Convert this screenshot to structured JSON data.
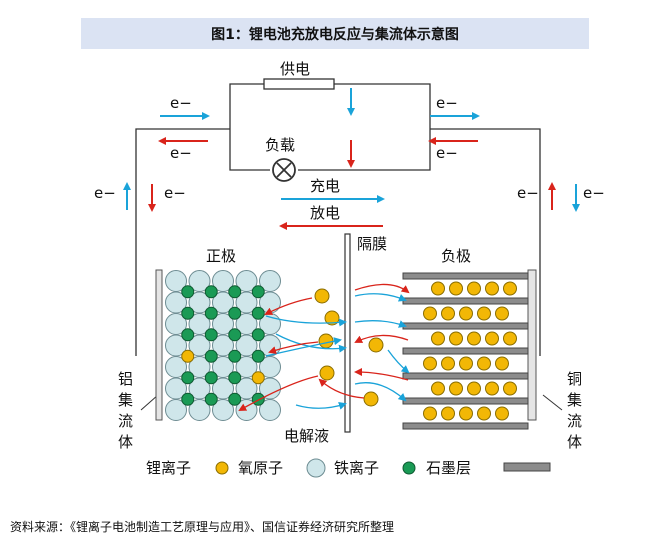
{
  "title": "图1：锂电池充放电反应与集流体示意图",
  "labels": {
    "power_supply": "供电",
    "load": "负载",
    "charge": "充电",
    "discharge": "放电",
    "cathode": "正极",
    "anode": "负极",
    "separator": "隔膜",
    "electrolyte": "电解液",
    "aluminum_collector": [
      "铝",
      "集",
      "流",
      "体"
    ],
    "copper_collector": [
      "铜",
      "集",
      "流",
      "体"
    ],
    "electron": "e−"
  },
  "legend": [
    {
      "label": "锂离子",
      "symbol": "lithium-ion"
    },
    {
      "label": "氧原子",
      "symbol": "oxygen-atom"
    },
    {
      "label": "铁离子",
      "symbol": "iron-ion"
    },
    {
      "label": "石墨层",
      "symbol": "graphite-layer"
    }
  ],
  "colors": {
    "lithium": "#f2b705",
    "oxygen": "#cfe6ea",
    "iron": "#1a9a55",
    "graphite": "#8c8c8c",
    "charge_arrow": "#1aa3d9",
    "discharge_arrow": "#d9241b",
    "title_bg": "#dbe3f3"
  },
  "source": "资料来源：《锂离子电池制造工艺原理与应用》、国信证券经济研究所整理"
}
